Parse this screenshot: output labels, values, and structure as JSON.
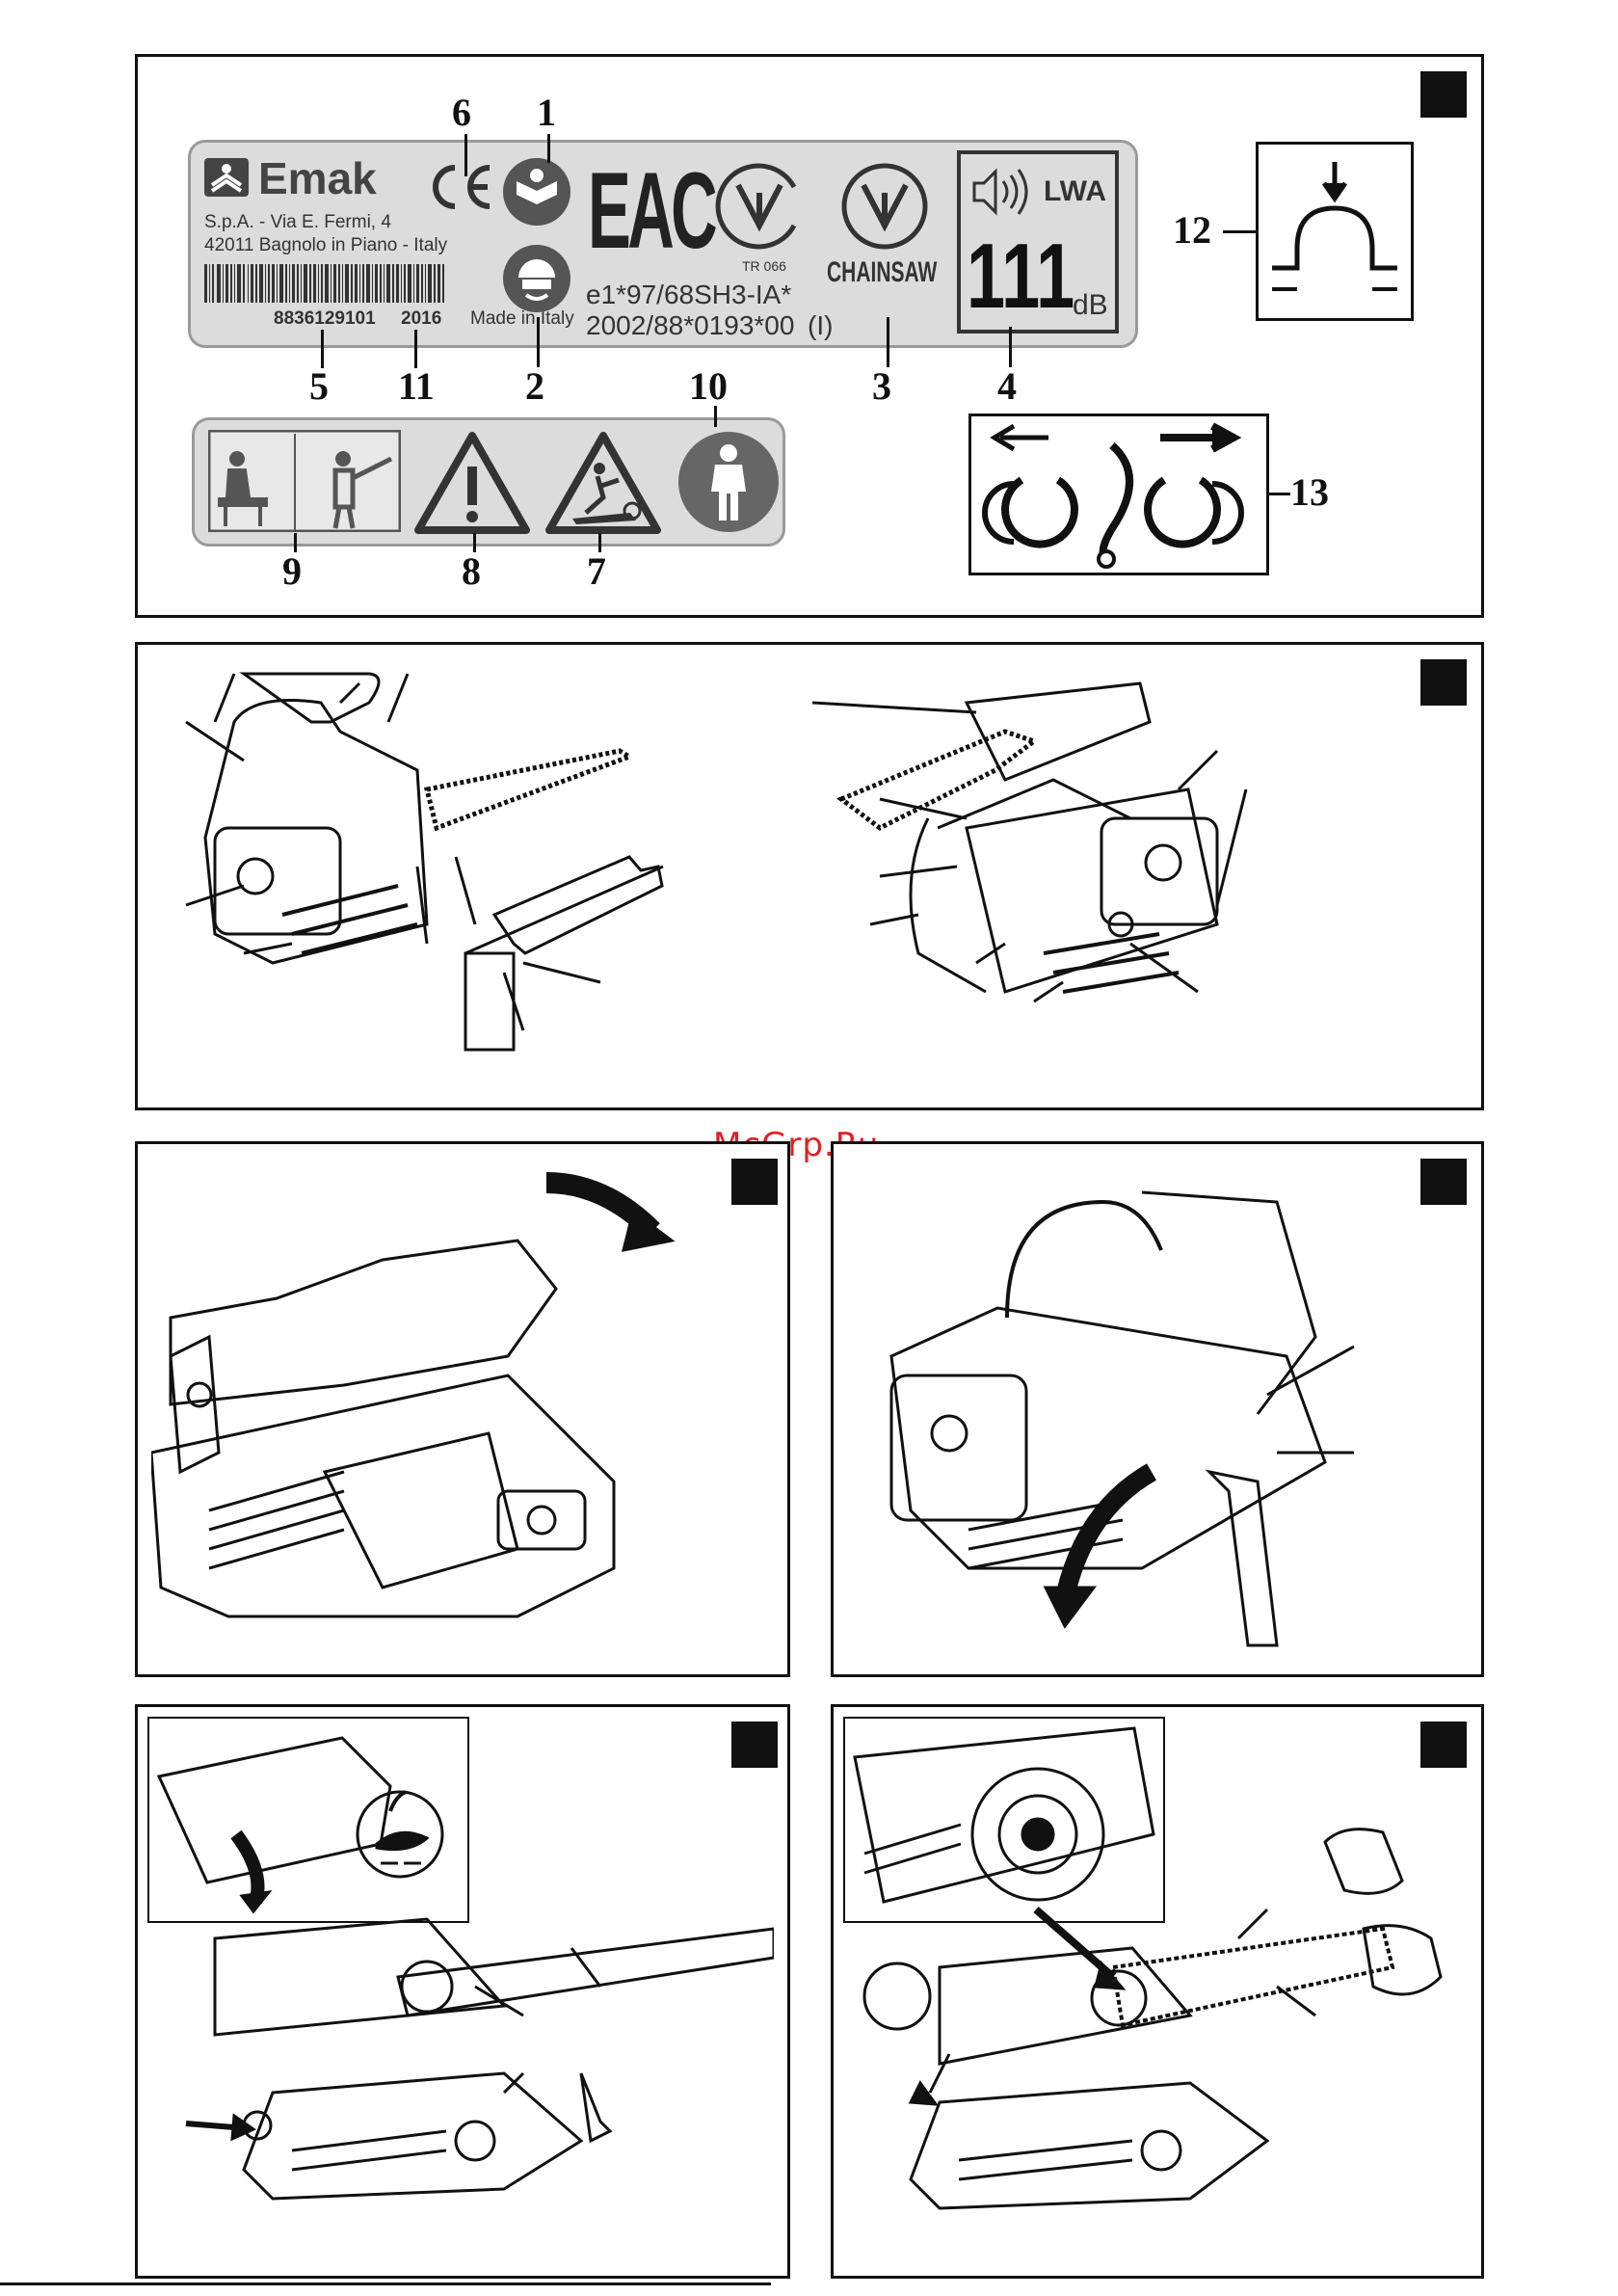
{
  "watermark": "McGrp.Ru",
  "label": {
    "brand": "Emak",
    "company_line1": "S.p.A. - Via E. Fermi, 4",
    "company_line2": "42011 Bagnolo in Piano - Italy",
    "serial": "8836129101",
    "year": "2016",
    "made_in": "Made in Italy",
    "eac": "EAC",
    "tr_code": "TR 066",
    "approval": "e1*97/68SH3-IA*",
    "approval2": "2002/88*0193*00",
    "approval2_suffix": "(I)",
    "product": "CHAINSAW",
    "lwa_label": "LWA",
    "db_value": "111",
    "db_unit": "dB"
  },
  "callouts": {
    "n1": "1",
    "n2": "2",
    "n3": "3",
    "n4": "4",
    "n5": "5",
    "n6": "6",
    "n7": "7",
    "n8": "8",
    "n9": "9",
    "n10": "10",
    "n11": "11",
    "n12": "12",
    "n13": "13"
  },
  "colors": {
    "plate_bg": "#dcdcdc",
    "plate_border": "#9a9a9a",
    "ink": "#111111",
    "watermark": "#e02020"
  }
}
